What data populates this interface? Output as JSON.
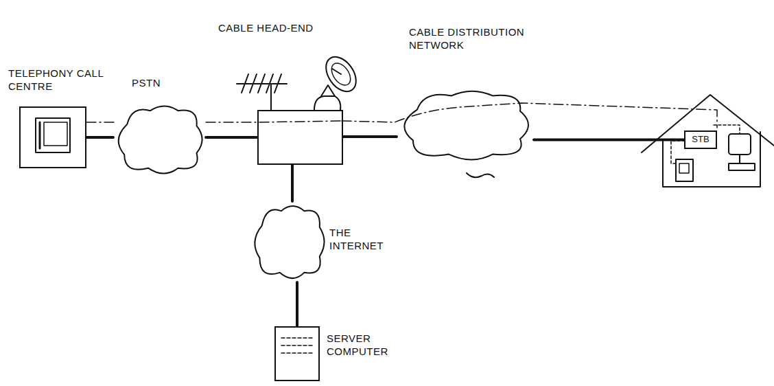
{
  "diagram": {
    "nodes": [
      {
        "text": [
          "TELEPHONY CALL CENTRE"
        ]
      },
      {
        "text": [
          "PSTN"
        ]
      },
      {
        "text": [
          "CABLE HEAD-END"
        ]
      },
      {
        "text": [
          "CABLE DISTRIBUTION NETWORK"
        ]
      },
      {
        "text": [
          "THE INTERNET"
        ]
      },
      {
        "text": [
          "SERVER COMPUTER"
        ]
      },
      {
        "text": [
          "STB"
        ]
      }
    ],
    "edges": [
      {
        "from": 0,
        "to": 1,
        "arrow": "none"
      },
      {
        "from": 1,
        "to": 2,
        "arrow": "none"
      },
      {
        "from": 2,
        "to": 3,
        "arrow": "none"
      },
      {
        "from": 3,
        "to": 6,
        "arrow": "none"
      },
      {
        "from": 2,
        "to": 4,
        "arrow": "none"
      },
      {
        "from": 4,
        "to": 5,
        "arrow": "none"
      }
    ]
  }
}
